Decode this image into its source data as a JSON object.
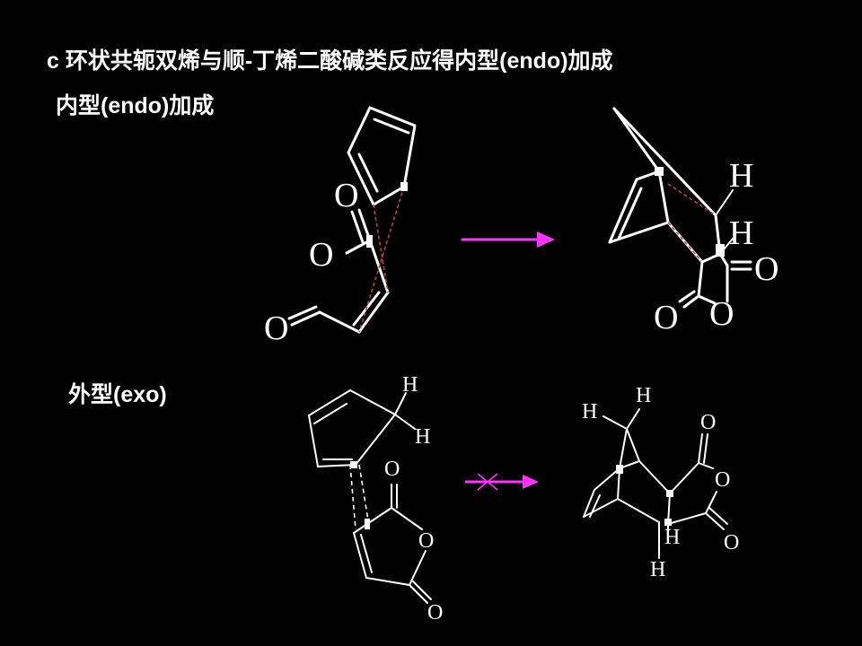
{
  "slide": {
    "title": "c 环状共轭双烯与顺-丁烯二酸碱类反应得内型(endo)加成",
    "endo_label": "内型(endo)加成",
    "exo_label": "外型(exo)"
  },
  "atoms": {
    "O": "O",
    "H": "H"
  },
  "colors": {
    "background": "#000000",
    "bonds": "#ffffff",
    "arrow": "#ff33ff",
    "endo_forming_bonds": "#c0405a"
  },
  "icons": {
    "forward_arrow": "reaction-arrow-icon",
    "blocked_arrow": "blocked-reaction-arrow-icon"
  }
}
